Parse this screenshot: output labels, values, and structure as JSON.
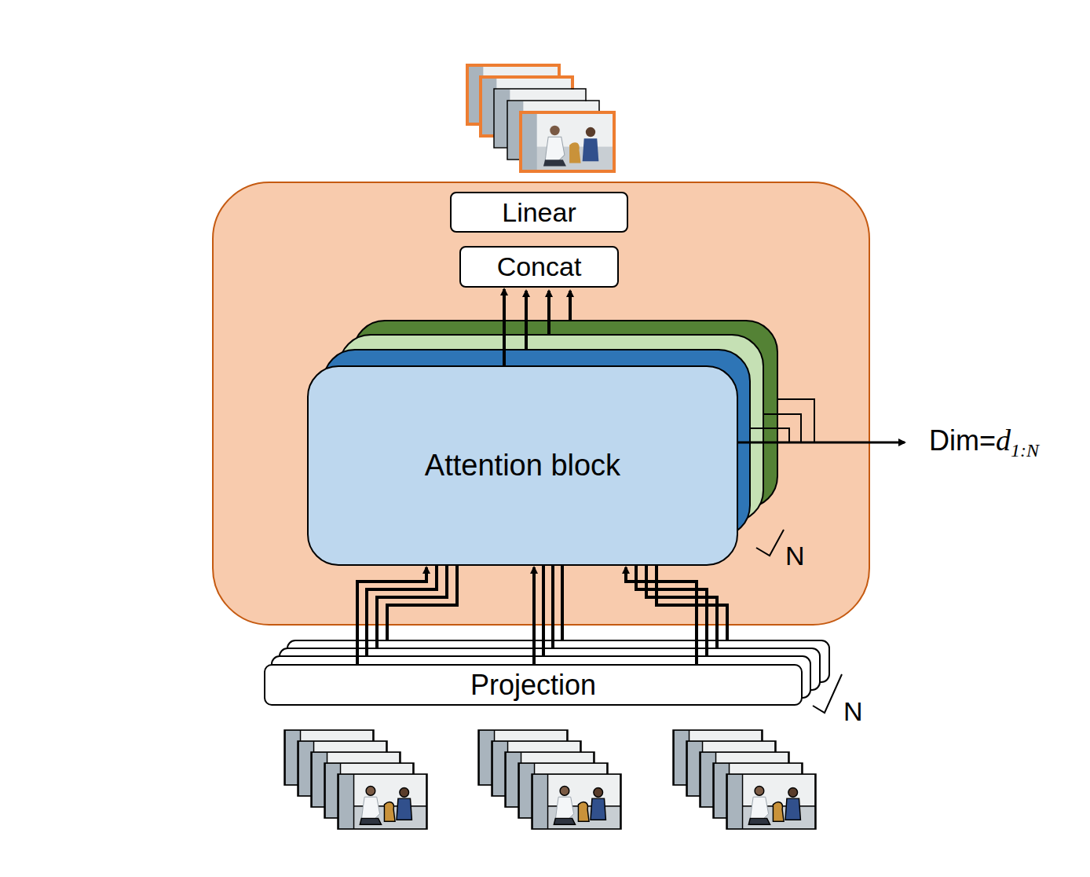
{
  "diagram": {
    "nodes": [
      {
        "text": [
          "Linear"
        ]
      },
      {
        "text": [
          "Concat"
        ]
      },
      {
        "text": [
          "Attention block"
        ]
      },
      {
        "text": [
          "Projection"
        ]
      }
    ],
    "edges": [
      {
        "from": 3,
        "to": 2,
        "arrow": "to"
      },
      {
        "from": 2,
        "to": 1,
        "arrow": "to"
      }
    ],
    "labels": [
      "N",
      "N",
      "Dim=",
      "d",
      "1:N"
    ]
  }
}
